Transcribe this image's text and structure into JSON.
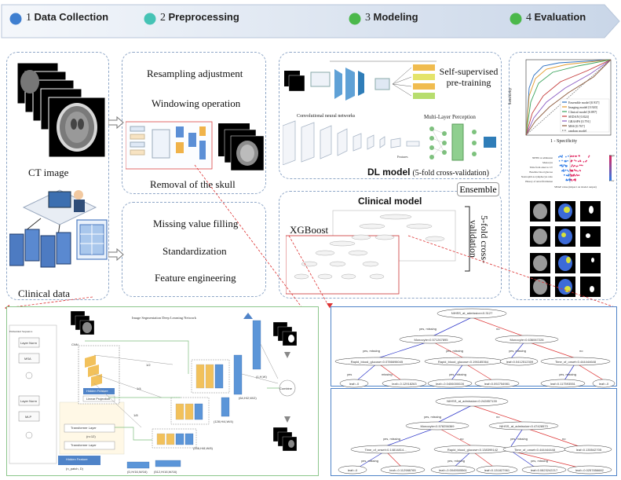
{
  "stages": [
    {
      "num": "1",
      "name": "Data Collection",
      "color": "#3f7fd0"
    },
    {
      "num": "2",
      "name": "Preprocessing",
      "color": "#45c3b5"
    },
    {
      "num": "3",
      "name": "Modeling",
      "color": "#4bb84b"
    },
    {
      "num": "4",
      "name": "Evaluation",
      "color": "#4bb84b"
    }
  ],
  "collection": {
    "ct_label": "CT image",
    "clinical_label": "Clinical data"
  },
  "preprocessing": {
    "image_steps": [
      "Resampling adjustment",
      "Windowing operation",
      "Removal of the skull"
    ],
    "clinical_steps": [
      "Missing value filling",
      "Standardization",
      "Feature engineering"
    ]
  },
  "dl": {
    "ssl_title": "Self-supervised pre-training",
    "cnn_label": "Convolutional neural networks",
    "mlp_label": "Multi-Layer Perception",
    "features_label": "Features",
    "model_title": "DL model",
    "model_sub": "(5-fold cross-validation)",
    "ensemble": "Ensemble"
  },
  "clinical_model": {
    "title": "Clinical model",
    "xgb": "XGBoost",
    "cv_label": "5-fold cross-validation"
  },
  "evaluation": {
    "roc_xlabel": "1 - Specificity",
    "roc_ylabel": "Sensitivity",
    "legend": [
      "Ensemble model [0.937]",
      "Imaging model [0.920]",
      "Clinical model [0.897]",
      "SEDAN [0.824]",
      "GRASPS [0.791]",
      "MSS [0.767]",
      "random model"
    ],
    "legend_colors": [
      "#2b6fc2",
      "#e39a2b",
      "#3aa35c",
      "#c43a3a",
      "#8a5bc2",
      "#8b5a3c",
      "#666666"
    ],
    "shap_features": [
      "NIHSS at admission",
      "Monocyte",
      "Time from onset to CT",
      "Baseline blood glucose",
      "Neutrophil-to-lymphocyte ratio",
      "History of atrial fibrillation"
    ],
    "shap_xlabel": "SHAP value (impact on model output)",
    "shap_high": "High",
    "shap_low": "Low"
  },
  "segnet": {
    "title": "Image Segmentation Deep Learning Network",
    "embedded": "Embedded Sequence",
    "layer_norm": "Layer Norm",
    "msa": "MSA",
    "mlp": "MLP",
    "cnn": "CNN",
    "hidden_feature": "Hidden Feature",
    "linear_projection": "Linear Projection",
    "transformer_layer": "Transformer Layer",
    "n_layers": "(n=12)",
    "patch": "(n_patch, D)",
    "scale_half": "1/2",
    "scale_quarter": "1/4",
    "scale_eighth": "1/8",
    "shapes": [
      "(1,H,W)",
      "(64,H/2,W/2)",
      "(128,H/4,W/4)",
      "(256,H/8,W/8)",
      "(512,H/16,W/16)",
      "(D,H/16,W/16)"
    ],
    "combine": "Combine"
  },
  "tree1": {
    "root": "NIHSS_at_admission<0.3127",
    "l2": [
      "Monocyte<0.571267895",
      "Monocyte<0.636067228"
    ],
    "l3": [
      "Rapid_blood_glucose<0.0786696045",
      "Rapid_blood_glucose<0.196185364",
      "leaf=0.0412512309",
      "Time_of_onset<0.444444648"
    ],
    "leaves": [
      "leaf=-0",
      "leaf=-0.12918263",
      "leaf=-0.0406000028",
      "leaf=0.092754981",
      "leaf=0.117593551",
      "leaf=-0"
    ]
  },
  "tree2": {
    "root": "NIHSS_at_admission<0.242857139",
    "l2": [
      "Monocyte<0.578256369",
      "NIHSS_at_admission<0.47428573"
    ],
    "l3": [
      "Time_of_onset<0.14814814...",
      "Rapid_blood_glucose<0.138399142",
      "Time_of_onset<0.444444448",
      "leaf=0.135542705"
    ],
    "leaves": [
      "leaf=-0",
      "leaf=-0.112988765",
      "leaf=-0.0049505561",
      "leaf=0.131827961",
      "leaf=0.0823242217",
      "leaf=-0.0257856682"
    ]
  },
  "edge_labels": {
    "yes_missing": "yes, missing",
    "no": "no",
    "yes": "yes",
    "missing": "missing"
  }
}
